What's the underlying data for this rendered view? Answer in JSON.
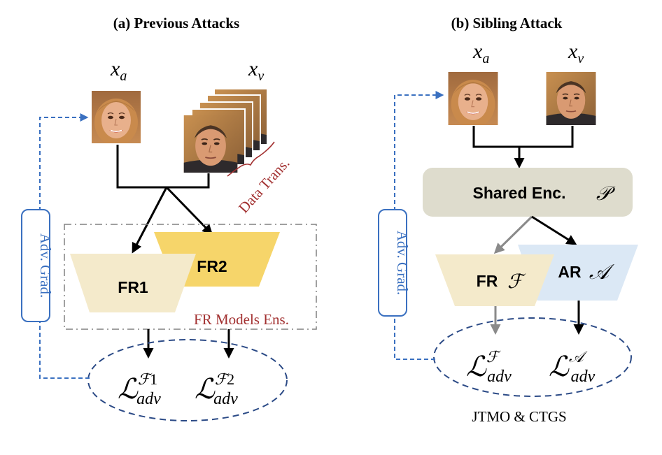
{
  "panel_a": {
    "title": "(a) Previous Attacks",
    "input_a": "x",
    "input_a_sub": "a",
    "input_v": "x",
    "input_v_sub": "v",
    "data_trans_label": "Data Trans.",
    "model_1": "FR1",
    "model_2": "FR2",
    "ensemble_label": "FR Models Ens.",
    "grad_label": "Adv. Grad.",
    "loss_1": {
      "base": "ℒ",
      "sup": "ℱ",
      "sup_index": "1",
      "sub": "adv"
    },
    "loss_2": {
      "base": "ℒ",
      "sup": "ℱ",
      "sup_index": "2",
      "sub": "adv"
    }
  },
  "panel_b": {
    "title": "(b) Sibling Attack",
    "input_a": "x",
    "input_a_sub": "a",
    "input_v": "x",
    "input_v_sub": "v",
    "shared_label": "Shared Enc.",
    "shared_symbol": "𝒫",
    "fr_label": "FR",
    "fr_symbol": "ℱ",
    "ar_label": "AR",
    "ar_symbol": "𝒜",
    "grad_label": "Adv. Grad.",
    "loss_fr": {
      "base": "ℒ",
      "sup": "ℱ",
      "sub": "adv"
    },
    "loss_ar": {
      "base": "ℒ",
      "sup": "𝒜",
      "sub": "adv"
    },
    "caption": "JTMO & CTGS"
  },
  "colors": {
    "fr1_fill": "#f4eacb",
    "fr2_fill": "#f6d56a",
    "shared_fill": "#dedccd",
    "ar_fill": "#dbe8f5",
    "grad_blue": "#3a70c0",
    "ellipse_navy": "#2b4a86",
    "label_red": "#a23030",
    "gray_arrow": "#8a8a8a"
  }
}
